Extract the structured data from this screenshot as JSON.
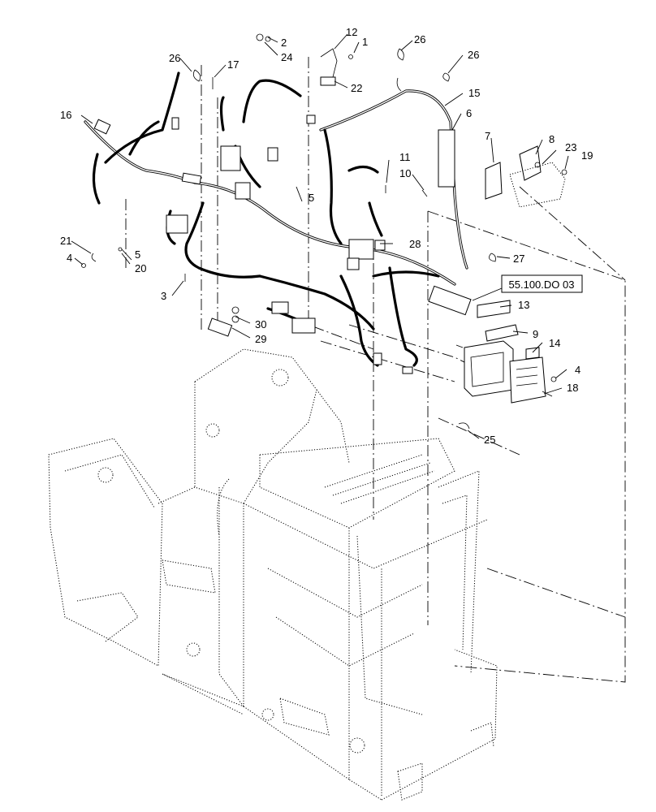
{
  "callouts": {
    "c1": "1",
    "c2": "2",
    "c3": "3",
    "c4a": "4",
    "c4b": "4",
    "c5a": "5",
    "c5b": "5",
    "c6": "6",
    "c7": "7",
    "c8": "8",
    "c9": "9",
    "c10": "10",
    "c11": "11",
    "c12": "12",
    "c13": "13",
    "c14": "14",
    "c15": "15",
    "c16": "16",
    "c17": "17",
    "c18": "18",
    "c19": "19",
    "c20": "20",
    "c21": "21",
    "c22": "22",
    "c23": "23",
    "c24": "24",
    "c25": "25",
    "c26a": "26",
    "c26b": "26",
    "c26c": "26",
    "c27": "27",
    "c28": "28",
    "c29": "29",
    "c30": "30"
  },
  "reference_box": "55.100.DO 03"
}
